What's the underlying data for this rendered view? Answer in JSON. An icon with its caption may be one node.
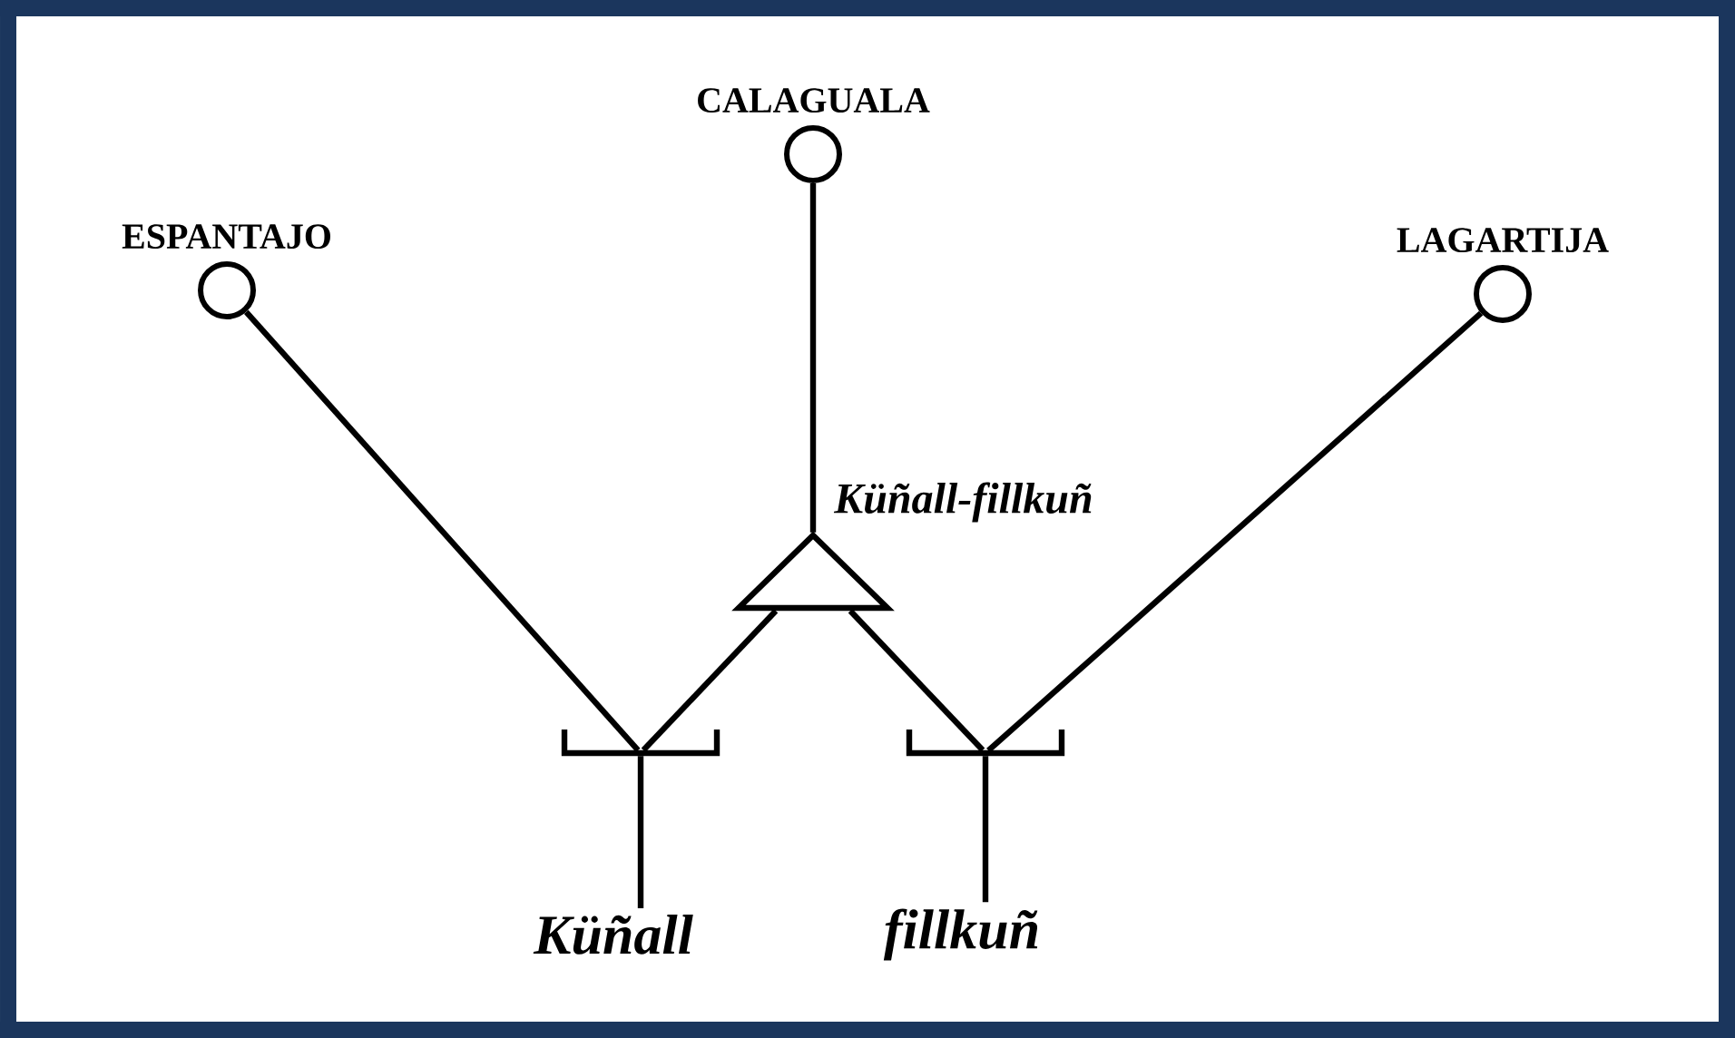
{
  "diagram": {
    "nodes": [
      {
        "text": [
          "ESPANTAJO"
        ]
      },
      {
        "text": [
          "CALAGUALA"
        ]
      },
      {
        "text": [
          "LAGARTIJA"
        ]
      },
      {
        "text": [
          "Küñall-fillkuñ"
        ]
      },
      {
        "text": [],
        "shape": "bar"
      },
      {
        "text": [],
        "shape": "bar"
      },
      {
        "text": [
          "Küñall"
        ]
      },
      {
        "text": [
          "fillkuñ"
        ]
      }
    ],
    "edges": [
      {
        "from": 0,
        "to": 4,
        "arrow": "none"
      },
      {
        "from": 1,
        "to": 3,
        "arrow": "none"
      },
      {
        "from": 3,
        "to": 4,
        "arrow": "none"
      },
      {
        "from": 3,
        "to": 5,
        "arrow": "none"
      },
      {
        "from": 2,
        "to": 5,
        "arrow": "none"
      },
      {
        "from": 4,
        "to": 6,
        "arrow": "none"
      },
      {
        "from": 5,
        "to": 7,
        "arrow": "none"
      }
    ]
  }
}
